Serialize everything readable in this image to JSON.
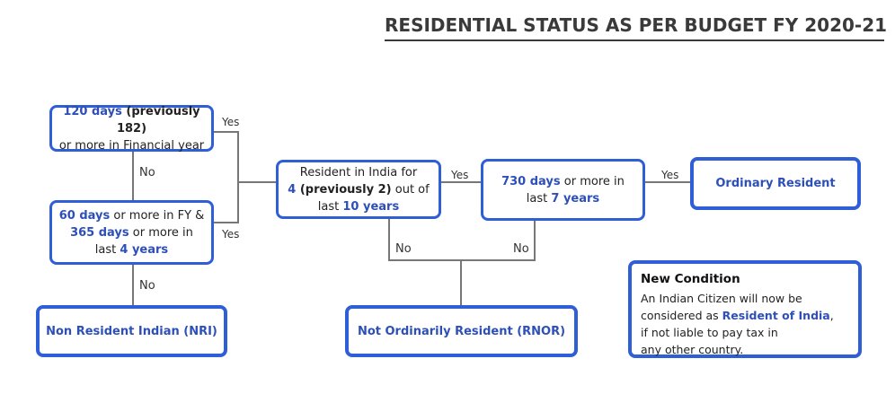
{
  "title": "RESIDENTIAL STATUS AS PER BUDGET FY 2020-21",
  "colors": {
    "accent": "#2f5fd6",
    "highlight_text": "#2d4fb8",
    "connector": "#777777"
  },
  "boxes": {
    "days120": {
      "s1": "120 days",
      "s2": " (previously 182)",
      "s3": "or more in Financial year"
    },
    "days60": {
      "s1": "60 days",
      "s2": " or more in FY &",
      "s3": "365 days",
      "s4": " or more in",
      "s5": "last ",
      "s6": "4 years"
    },
    "resident_india": {
      "s1": "Resident in India for",
      "s2": "4",
      "s3": " (previously 2)",
      "s4": " out of",
      "s5": "last ",
      "s6": "10 years"
    },
    "days730": {
      "s1": "730 days",
      "s2": " or more in",
      "s3": "last ",
      "s4": "7 years"
    },
    "ordinary": "Ordinary Resident",
    "nri": "Non Resident Indian (NRI)",
    "rnor": "Not Ordinarily Resident (RNOR)"
  },
  "new_condition": {
    "heading": "New Condition",
    "l1": "An Indian Citizen will now be",
    "l2a": "considered as ",
    "l2b": "Resident of India",
    "l2c": ",",
    "l3": "if not liable to pay tax in",
    "l4": "any other country."
  },
  "labels": {
    "yes1": "Yes",
    "yes2": "Yes",
    "yes3": "Yes",
    "yes4": "Yes",
    "no1": "No",
    "no2": "No",
    "no3": "No",
    "no4": "No"
  }
}
